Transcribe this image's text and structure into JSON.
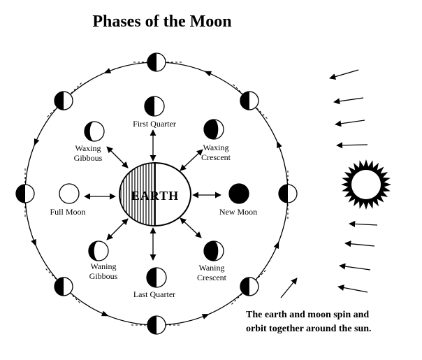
{
  "title": "Phases of the Moon",
  "earth_label": "EARTH",
  "phase_labels": {
    "first_quarter": "First Quarter",
    "waxing_crescent": [
      "Waxing",
      "Crescent"
    ],
    "new_moon": "New Moon",
    "waning_crescent": [
      "Waning",
      "Crescent"
    ],
    "last_quarter": "Last Quarter",
    "waning_gibbous": [
      "Waning",
      "Gibbous"
    ],
    "full_moon": "Full Moon",
    "waxing_gibbous": [
      "Waxing",
      "Gibbous"
    ]
  },
  "note": [
    "The earth and moon spin and",
    "orbit together around the sun."
  ],
  "icons": [
    "sun-icon",
    "moon-icon",
    "earth-icon",
    "arrow-icon"
  ]
}
